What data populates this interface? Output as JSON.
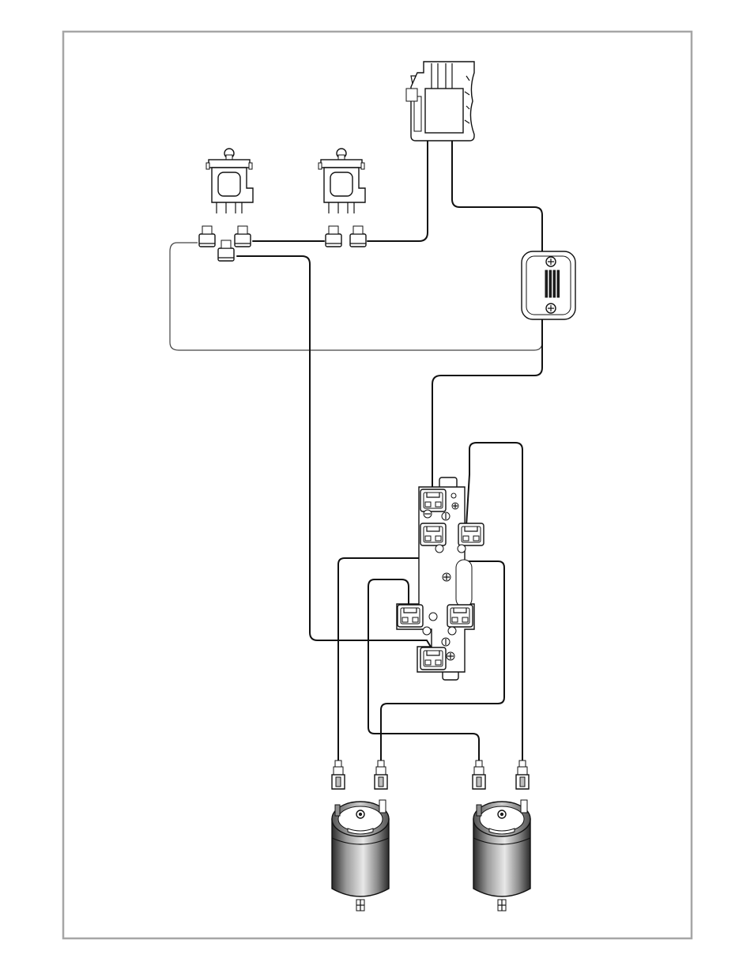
{
  "diagram": {
    "components": [
      {
        "id": "connector",
        "icon": "power-connector-icon"
      },
      {
        "id": "switch-left",
        "icon": "rocker-switch-icon"
      },
      {
        "id": "switch-right",
        "icon": "rocker-switch-icon"
      },
      {
        "id": "module",
        "icon": "electronic-module-icon"
      },
      {
        "id": "circuit-board",
        "icon": "terminal-board-icon"
      },
      {
        "id": "motor-left",
        "icon": "dc-motor-icon"
      },
      {
        "id": "motor-right",
        "icon": "dc-motor-icon"
      }
    ],
    "colors": {
      "wire": "#111111",
      "frame": "#a6a6a6",
      "background": "#ffffff"
    }
  }
}
